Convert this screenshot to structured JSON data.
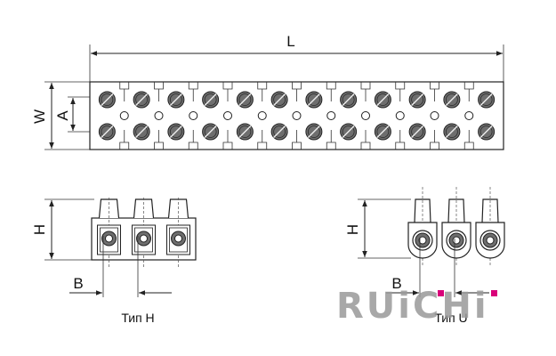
{
  "top_view": {
    "dim_length": "L",
    "dim_width": "W",
    "dim_pitch_a": "A",
    "terminal_count": 12
  },
  "type_h_view": {
    "dim_height": "H",
    "dim_pitch_b": "B",
    "caption": "Тип H",
    "terminal_count": 3
  },
  "type_u_view": {
    "dim_height": "H",
    "dim_pitch_b": "B",
    "caption": "Тип U",
    "terminal_count": 3
  },
  "watermark": {
    "text": "RUiCHi",
    "color": "#9a9a9a",
    "accent_color": "#d9007a"
  }
}
